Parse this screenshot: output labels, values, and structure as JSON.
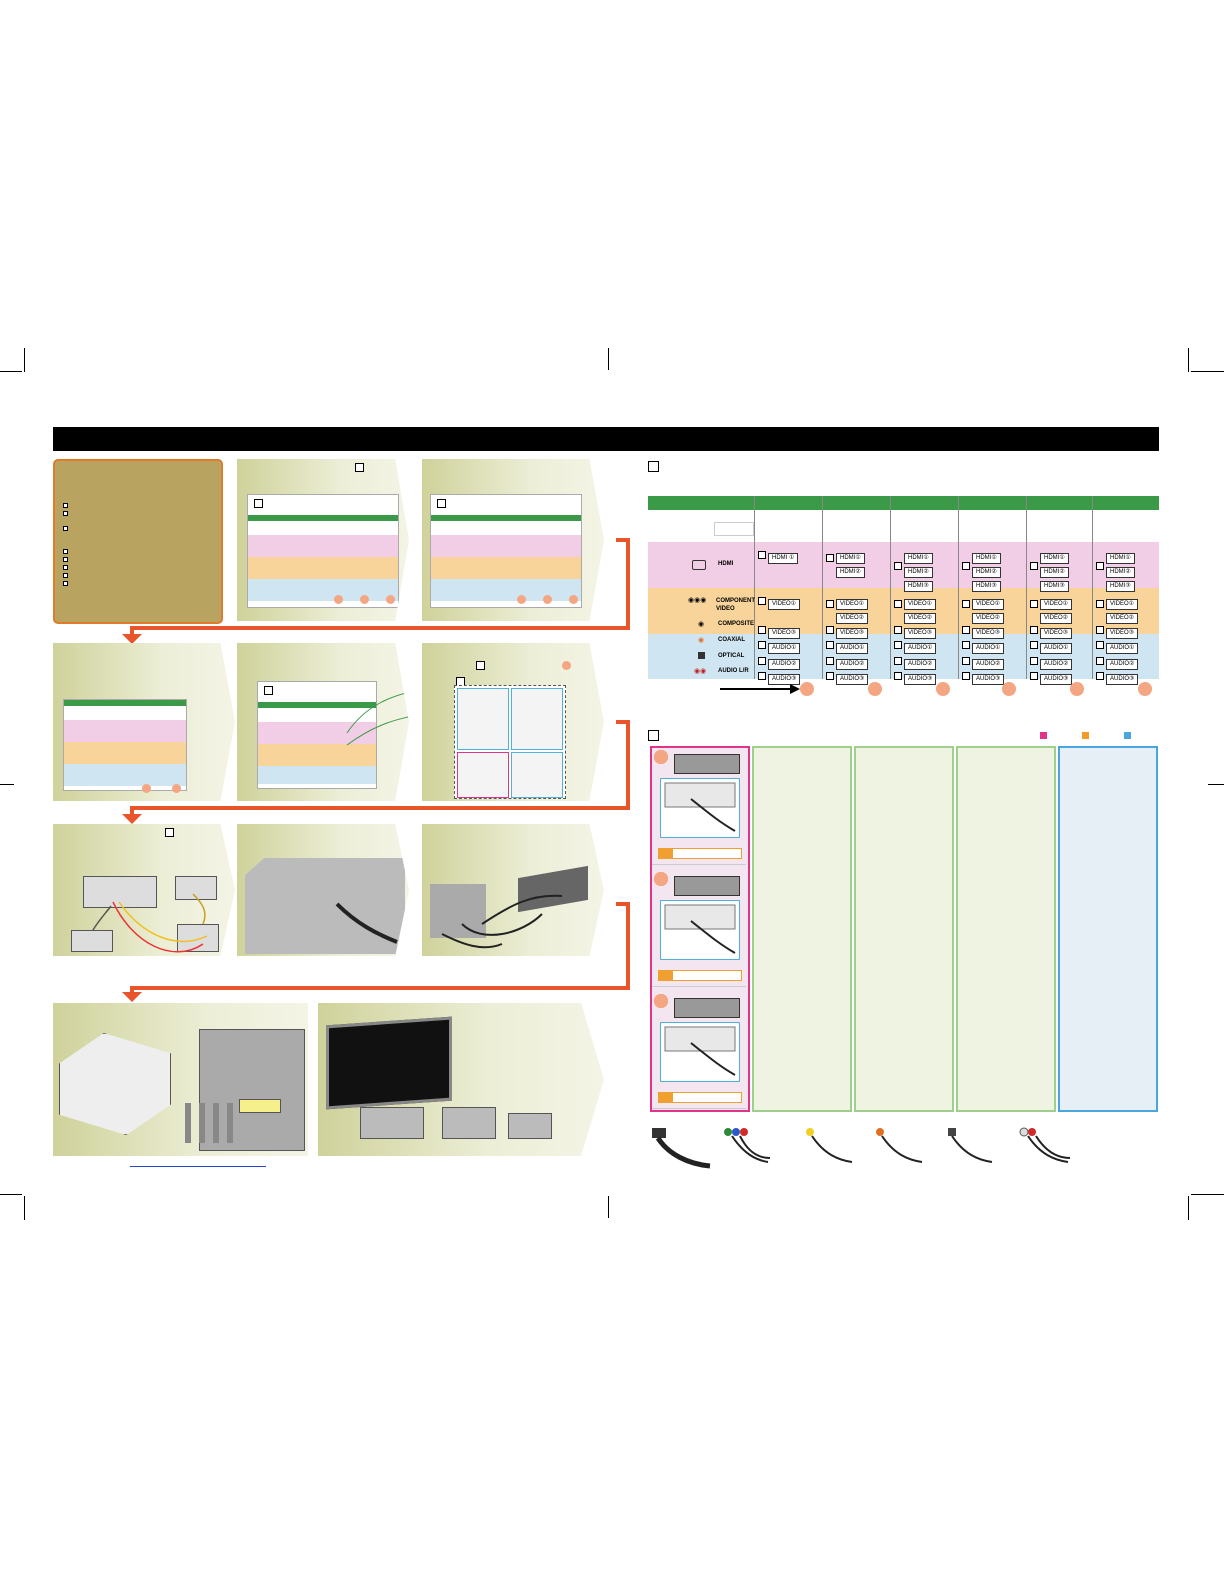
{
  "table": {
    "rows": {
      "hdmi": "HDMI",
      "component": "COMPONENT",
      "component2": "VIDEO",
      "composite": "COMPOSITE",
      "coaxial": "COAXIAL",
      "optical": "OPTICAL",
      "audio": "AUDIO L/R"
    },
    "columns": [
      {
        "hdmi": [
          "HDMI ①"
        ],
        "video": [
          "VIDEO①"
        ],
        "composite": "VIDEO③",
        "audio": [
          "AUDIO①",
          "AUDIO②",
          "AUDIO③"
        ]
      },
      {
        "hdmi": [
          "HDMI①",
          "HDMI②"
        ],
        "video": [
          "VIDEO①",
          "VIDEO②"
        ],
        "composite": "VIDEO③",
        "audio": [
          "AUDIO①",
          "AUDIO②",
          "AUDIO③"
        ]
      },
      {
        "hdmi": [
          "HDMI①",
          "HDMI②",
          "HDMI③"
        ],
        "video": [
          "VIDEO①",
          "VIDEO②"
        ],
        "composite": "VIDEO③",
        "audio": [
          "AUDIO①",
          "AUDIO②",
          "AUDIO③"
        ]
      },
      {
        "hdmi": [
          "HDMI①",
          "HDMI②",
          "HDMI③"
        ],
        "video": [
          "VIDEO①",
          "VIDEO②"
        ],
        "composite": "VIDEO③",
        "audio": [
          "AUDIO①",
          "AUDIO②",
          "AUDIO③"
        ]
      },
      {
        "hdmi": [
          "HDMI①",
          "HDMI②",
          "HDMI③"
        ],
        "video": [
          "VIDEO①",
          "VIDEO②"
        ],
        "composite": "VIDEO③",
        "audio": [
          "AUDIO①",
          "AUDIO②",
          "AUDIO③"
        ]
      },
      {
        "hdmi": [
          "HDMI①",
          "HDMI②",
          "HDMI③"
        ],
        "video": [
          "VIDEO①",
          "VIDEO②"
        ],
        "composite": "VIDEO③",
        "audio": [
          "AUDIO①",
          "AUDIO②",
          "AUDIO③"
        ]
      }
    ]
  },
  "colors": {
    "green": "#3a9a48",
    "pink": "#f2cde6",
    "orange": "#f8d49a",
    "blue": "#cfe6f2",
    "arrow": "#e8552a",
    "legend_pink": "#e0338a",
    "legend_orange": "#f39a2a",
    "legend_blue": "#4aa6df"
  },
  "icons": [
    "hdmi-port-icon",
    "component-jack-icon",
    "composite-jack-icon",
    "coaxial-jack-icon",
    "optical-jack-icon",
    "audio-lr-jack-icon"
  ]
}
